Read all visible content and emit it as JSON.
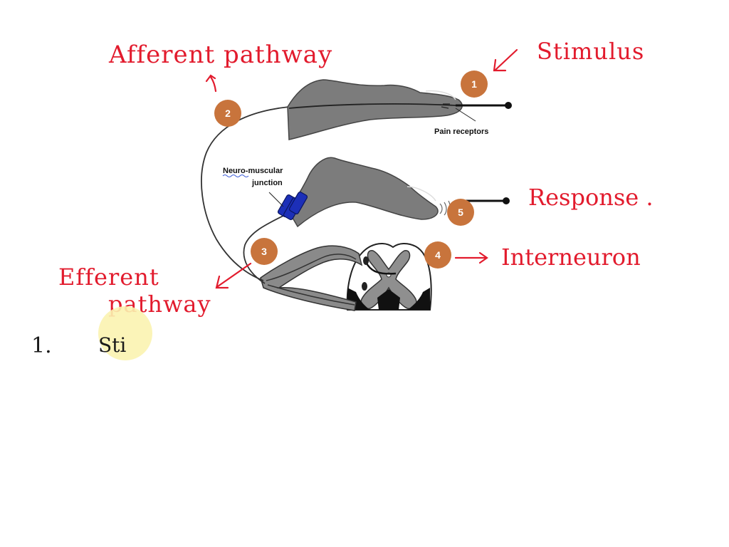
{
  "diagram": {
    "printed_labels": {
      "pain_receptors": "Pain receptors",
      "nmj_line1": "Neuro-muscular",
      "nmj_line2": "junction"
    },
    "steps": [
      "1",
      "2",
      "3",
      "4",
      "5"
    ],
    "badge_color": "#c8743c",
    "muscle_block_color": "#1c2fb8"
  },
  "annotations": {
    "stimulus": "Stimulus",
    "afferent": "Afferent pathway",
    "response": "Response .",
    "interneuron": "Interneuron",
    "efferent_line1": "Efferent",
    "efferent_line2": "pathway",
    "color": "#e21b2d"
  },
  "notes": {
    "item_number": "1.",
    "item_text": "Sti"
  },
  "cursor": {
    "highlight_color": "#fbf3b0"
  }
}
